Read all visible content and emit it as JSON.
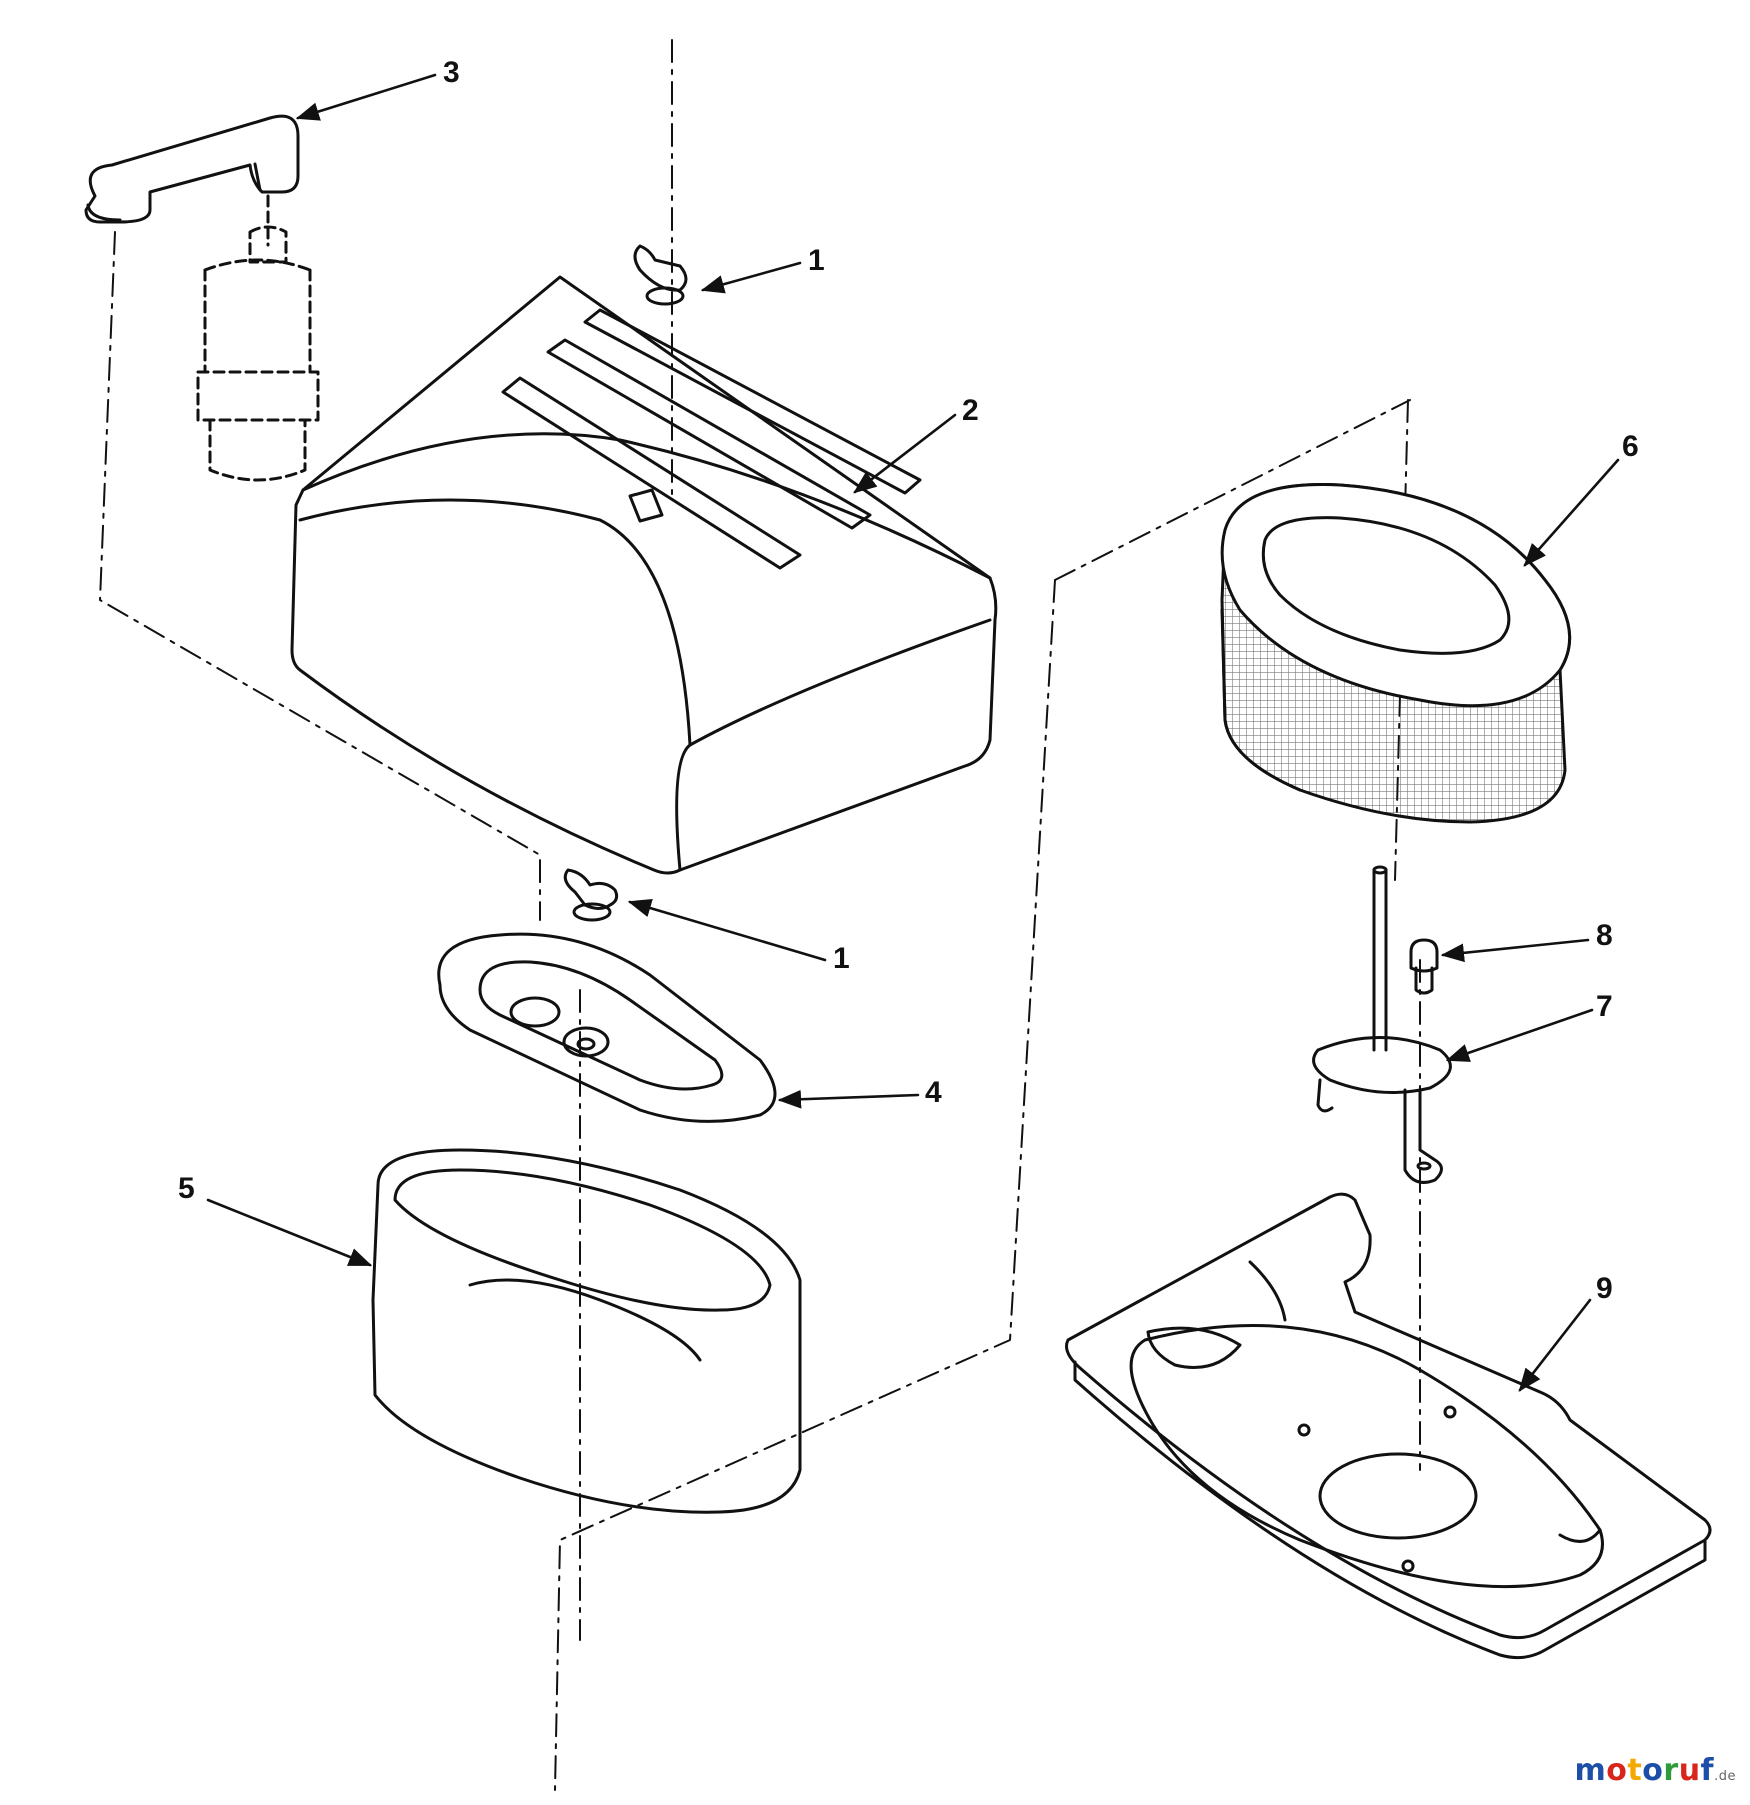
{
  "callouts": {
    "c1a": "1",
    "c1b": "1",
    "c2": "2",
    "c3": "3",
    "c4": "4",
    "c5": "5",
    "c6": "6",
    "c7": "7",
    "c8": "8",
    "c9": "9"
  },
  "watermark": {
    "letters": [
      "m",
      "o",
      "t",
      "o",
      "r",
      "u",
      "f"
    ],
    "suffix": ".de",
    "colors": [
      "#1d4fa8",
      "#d9261c",
      "#f2a900",
      "#1d4fa8",
      "#2e9b3a",
      "#d9261c",
      "#1d4fa8"
    ]
  },
  "colors": {
    "ink": "#111111",
    "background": "#ffffff"
  }
}
